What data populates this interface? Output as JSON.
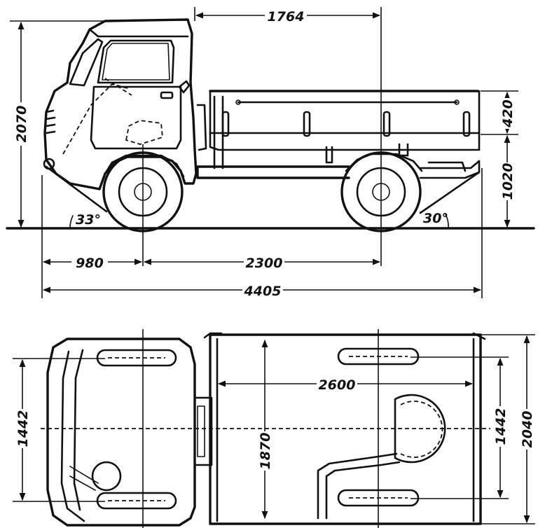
{
  "side_view": {
    "dimensions": {
      "cargo_bed_length": "1764",
      "overall_height": "2070",
      "side_board_height": "420",
      "floor_height": "1020",
      "approach_angle": "33°",
      "departure_angle": "30°",
      "front_overhang": "980",
      "wheelbase": "2300",
      "overall_length": "4405"
    }
  },
  "top_view": {
    "dimensions": {
      "front_track": "1442",
      "bed_inner_length": "2600",
      "bed_inner_width": "1870",
      "rear_track": "1442",
      "overall_width": "2040"
    }
  }
}
